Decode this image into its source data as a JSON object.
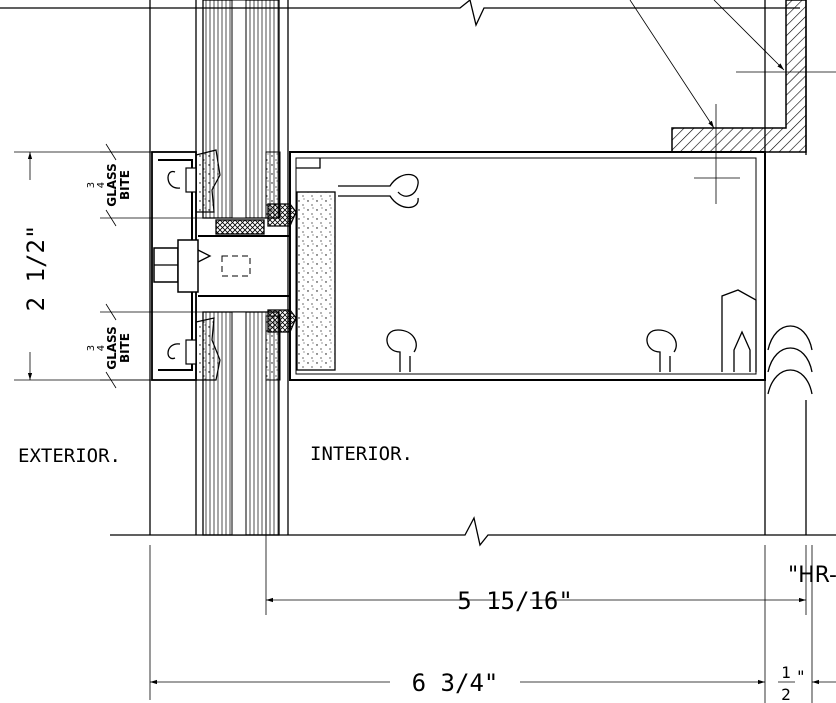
{
  "labels": {
    "exterior": "EXTERIOR.",
    "interior": "INTERIOR.",
    "glass_bite_fraction_num": "3",
    "glass_bite_fraction_den": "4",
    "glass_bite_line1": "GLASS",
    "glass_bite_line2": "BITE",
    "partial_callout": "\"HR-"
  },
  "dimensions": {
    "height": "2 1/2\"",
    "width_interior": "5 15/16\"",
    "width_overall": "6 3/4\"",
    "gap_num": "1",
    "gap_den": "2",
    "gap_unit": "\""
  },
  "colors": {
    "line": "#000000",
    "background": "#ffffff"
  }
}
